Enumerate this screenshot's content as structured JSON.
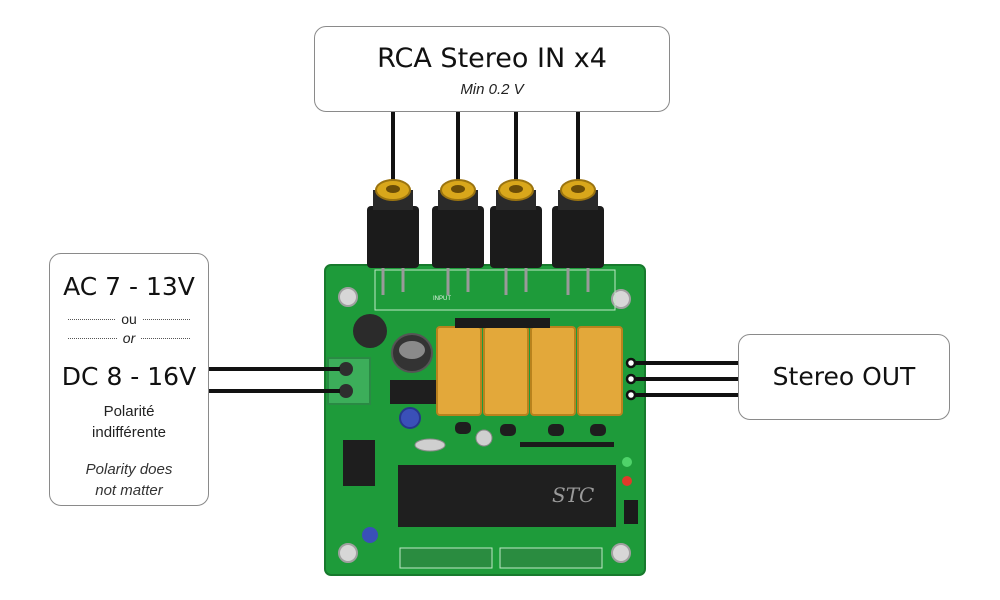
{
  "input_box": {
    "title": "RCA Stereo IN x4",
    "subtitle": "Min 0.2 V"
  },
  "power_box": {
    "ac": "AC 7 - 13V",
    "ou": "ou",
    "or": "or",
    "dc": "DC 8 - 16V",
    "fr_note": [
      "Polarité",
      "indifférente"
    ],
    "en_note": [
      "Polarity does",
      "not matter"
    ]
  },
  "output_box": {
    "title": "Stereo OUT"
  },
  "board": {
    "chip_brand": "STC",
    "input_silk": "INPUT",
    "colors": {
      "pcb": "#1e9b3a",
      "relay": "#e3a83a",
      "rca_gold": "#d9a71b",
      "terminal": "#3cae5a",
      "wire": "#111111"
    }
  }
}
